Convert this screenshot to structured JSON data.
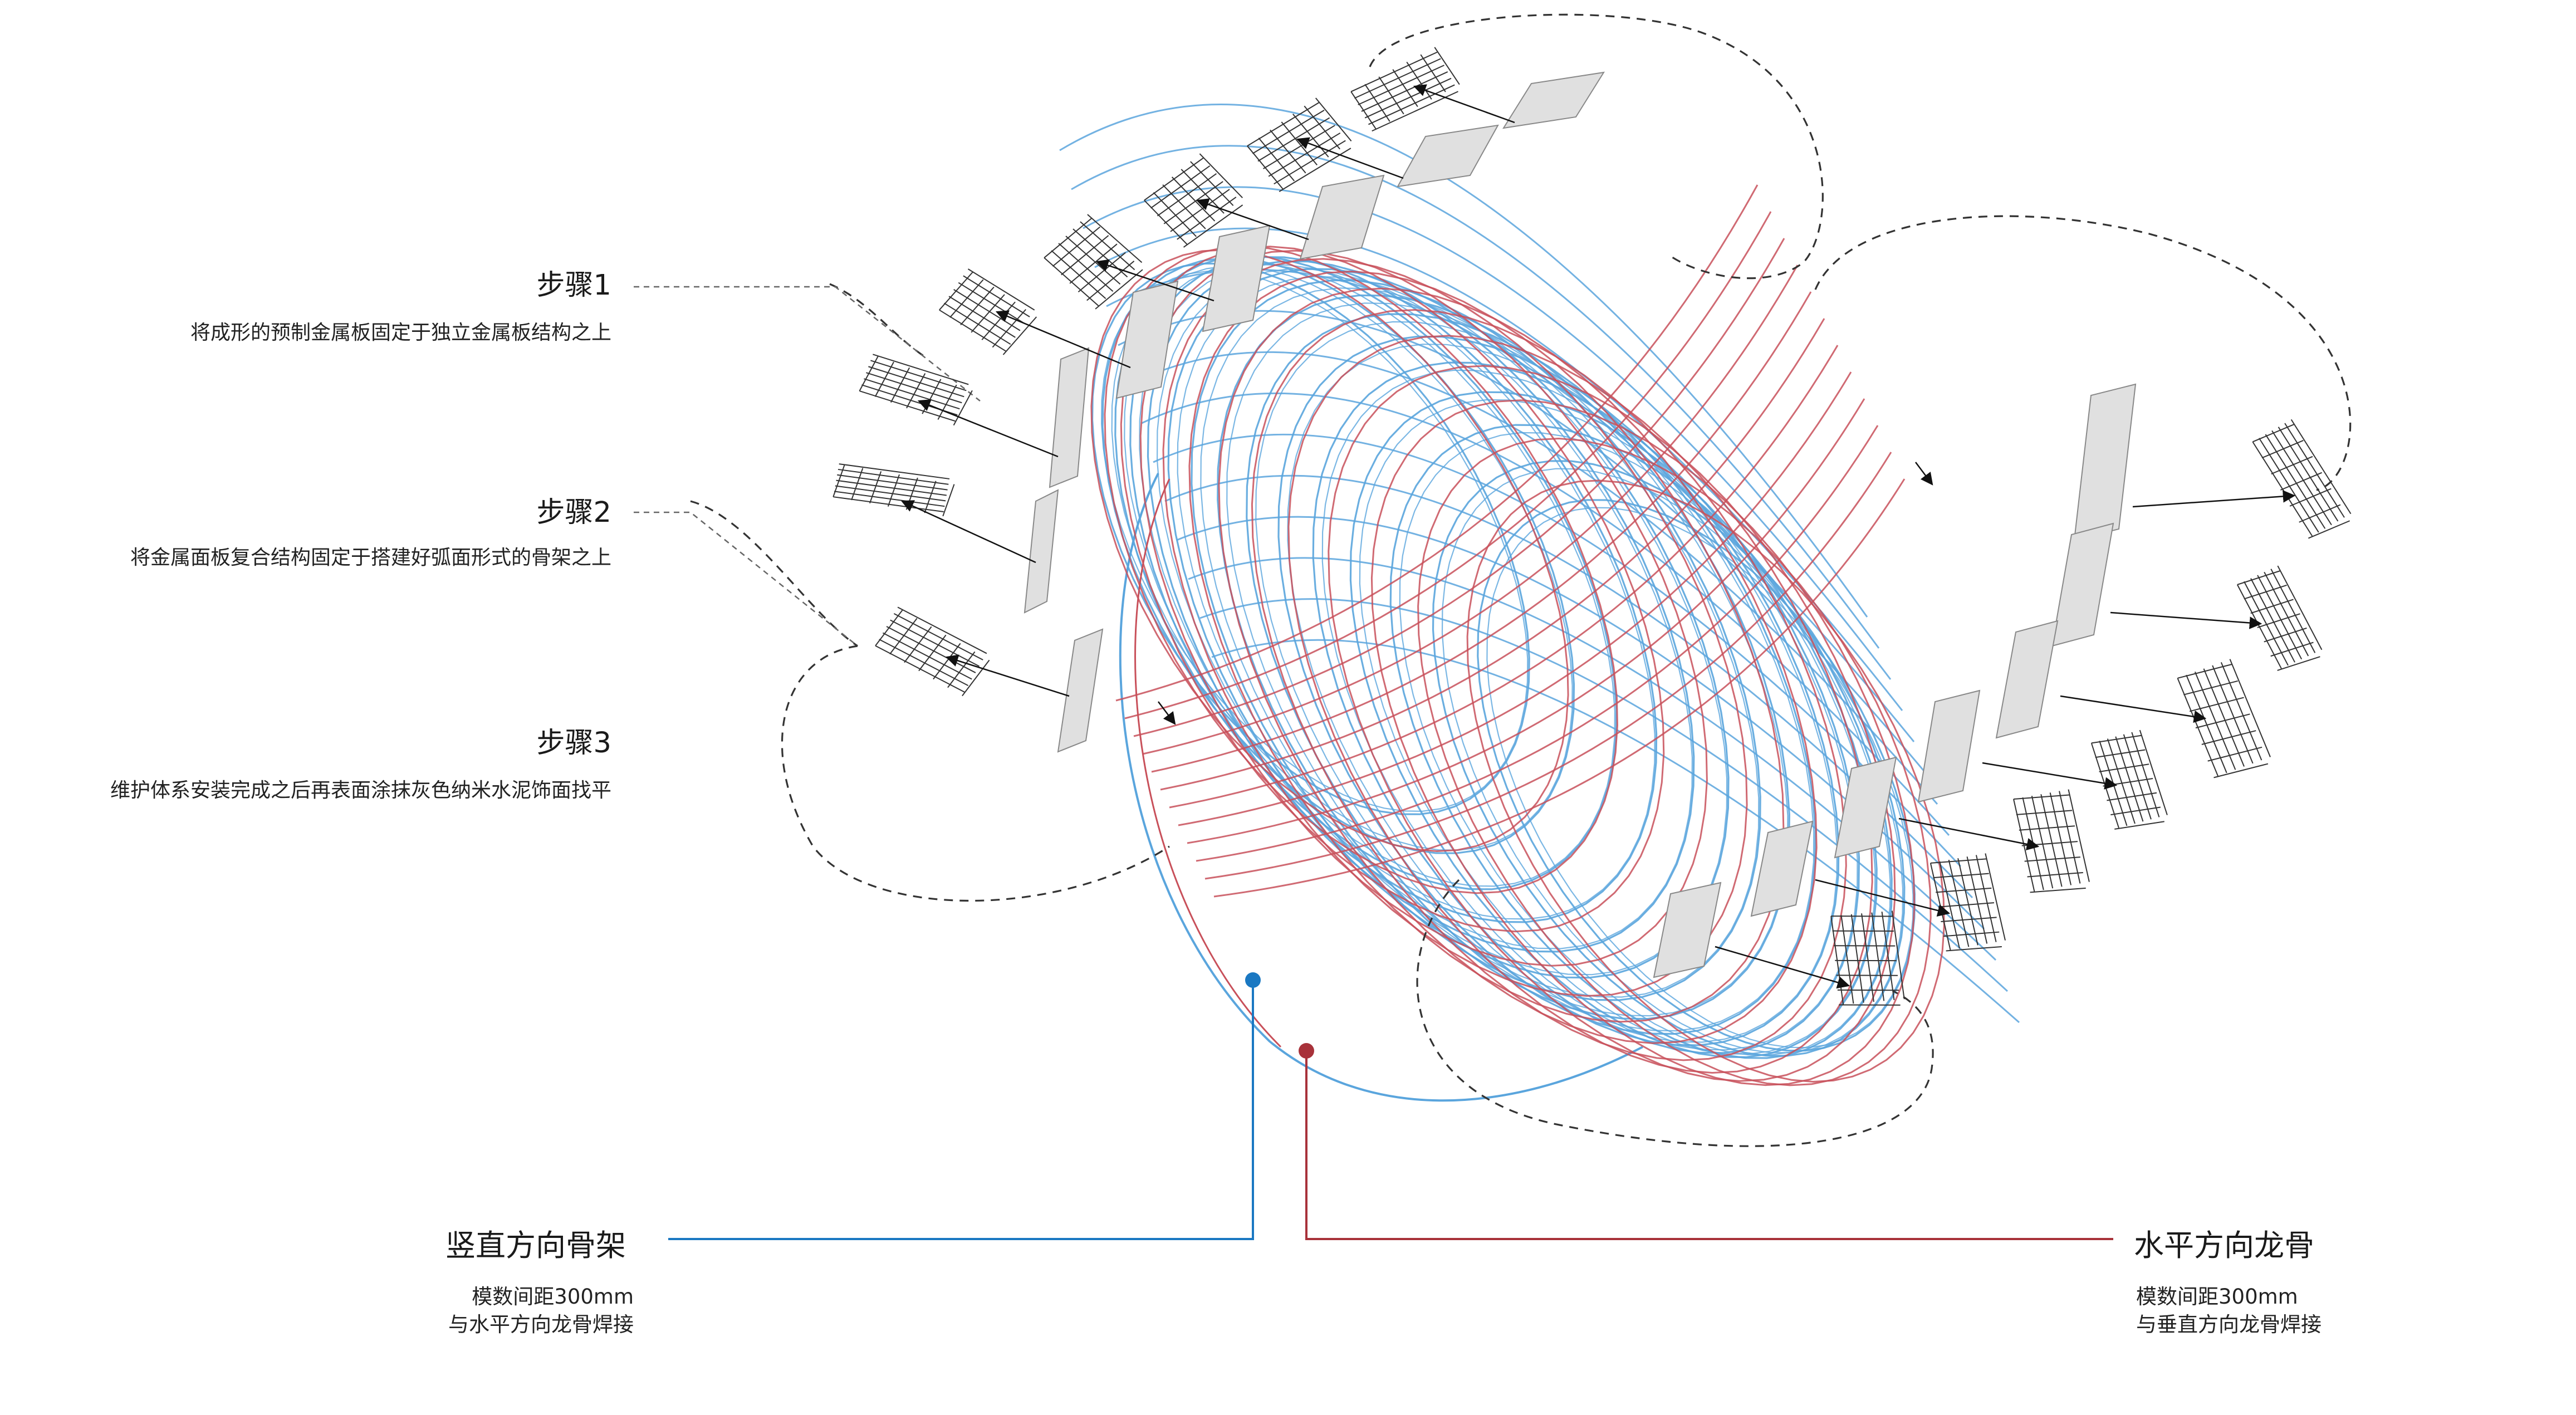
{
  "steps": [
    {
      "title": "步骤1",
      "desc": "将成形的预制金属板固定于独立金属板结构之上"
    },
    {
      "title": "步骤2",
      "desc": "将金属面板复合结构固定于搭建好弧面形式的骨架之上"
    },
    {
      "title": "步骤3",
      "desc": "维护体系安装完成之后再表面涂抹灰色纳米水泥饰面找平"
    }
  ],
  "vertical_frame": {
    "title": "竖直方向骨架",
    "line1": "模数间距300mm",
    "line2": "与水平方向龙骨焊接"
  },
  "horizontal_keel": {
    "title": "水平方向龙骨",
    "line1": "模数间距300mm",
    "line2": "与垂直方向龙骨焊接"
  },
  "colors": {
    "blue": "#1a78c2",
    "red": "#a8323a",
    "blue_rib": "#5aa5dd",
    "red_rib": "#c8505a",
    "panel": "#e0e0e0",
    "dash": "#333333"
  }
}
